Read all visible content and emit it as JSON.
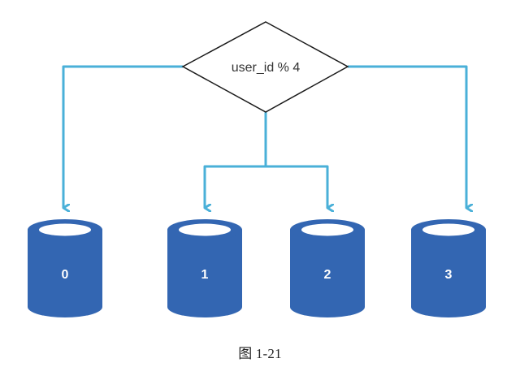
{
  "diagram": {
    "decision": {
      "label": "user_id % 4"
    },
    "databases": [
      {
        "label": "0"
      },
      {
        "label": "1"
      },
      {
        "label": "2"
      },
      {
        "label": "3"
      }
    ],
    "colors": {
      "arrow": "#4ab0d8",
      "db_fill": "#3366b2",
      "db_dark": "#2a589c",
      "db_top": "#ffffff"
    }
  },
  "caption": "图 1-21"
}
